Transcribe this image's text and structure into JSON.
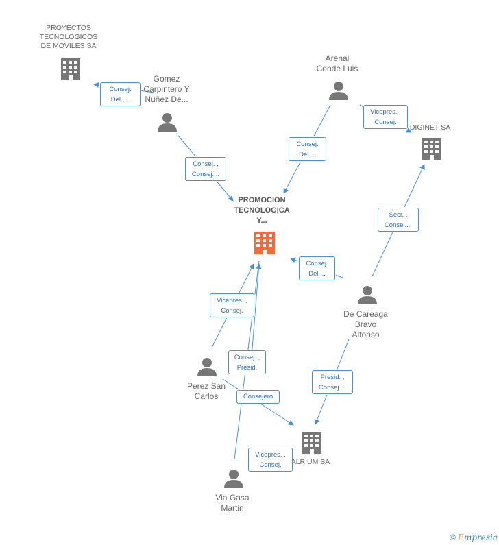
{
  "colors": {
    "edge": "#4a90d9",
    "company": "#777777",
    "main_company": "#f26b3a",
    "person": "#777777"
  },
  "nodes": {
    "proyectos": {
      "label": "PROYECTOS\nTECNOLOGICOS\nDE MOVILES SA",
      "icon": "building-icon"
    },
    "gomez": {
      "label": "Gomez\nCarpintero Y\nNuñez De...",
      "icon": "person-icon"
    },
    "arenal": {
      "label": "Arenal\nConde Luis",
      "icon": "person-icon"
    },
    "diginet": {
      "label": "DIGINET SA",
      "icon": "building-icon"
    },
    "promocion": {
      "label": "PROMOCION\nTECNOLOGICA\nY...",
      "icon": "building-icon"
    },
    "decareaga": {
      "label": "De Careaga\nBravo\nAlfonso",
      "icon": "person-icon"
    },
    "perez": {
      "label": "Perez San\nCarlos",
      "icon": "person-icon"
    },
    "alrium": {
      "label": "ALRIUM SA",
      "icon": "building-icon"
    },
    "viagasa": {
      "label": "Via Gasa\nMartin",
      "icon": "person-icon"
    }
  },
  "relations": {
    "gomez_proyectos": [
      "Consej.",
      "Del.,..."
    ],
    "gomez_promocion": [
      "Consej. ,",
      "Consej...."
    ],
    "arenal_promocion": [
      "Consej.",
      "Del...."
    ],
    "arenal_diginet": [
      "Vicepres. ,",
      "Consej."
    ],
    "decareaga_diginet": [
      "Secr. ,",
      "Consej...."
    ],
    "decareaga_promocion": [
      "Consej.",
      "Del...."
    ],
    "decareaga_alrium": [
      "Presid. ,",
      "Consej...."
    ],
    "perez_promocion_a": [
      "Vicepres. ,",
      "Consej."
    ],
    "perez_promocion_b": [
      "Consej. ,",
      "Presid."
    ],
    "perez_alrium": [
      "Consejero"
    ],
    "viagasa_alrium": [
      "Vicepres. ,",
      "Consej."
    ]
  },
  "footer": {
    "copyright": "©",
    "brand_first": "E",
    "brand_rest": "mpresia"
  }
}
